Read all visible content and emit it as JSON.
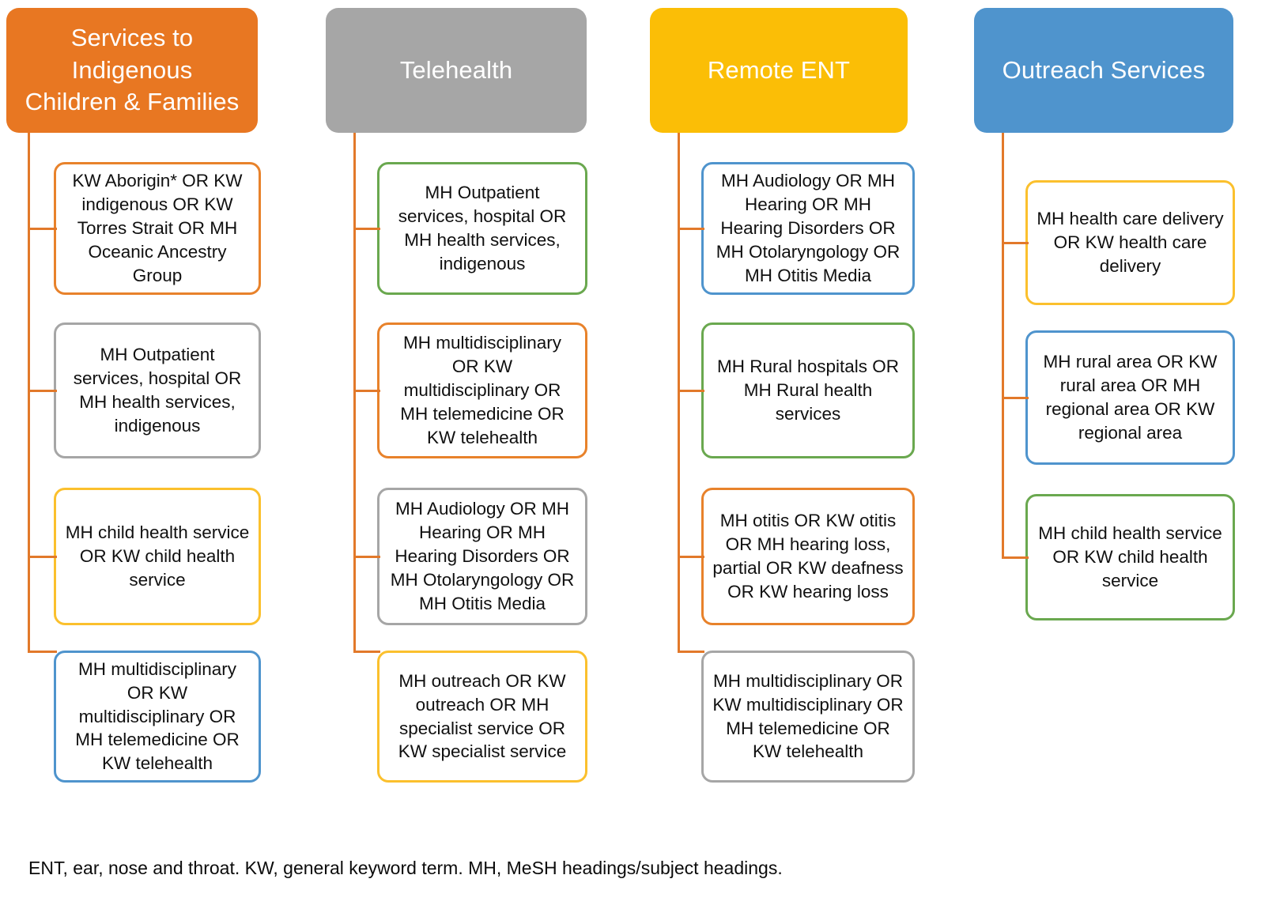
{
  "figure": {
    "footnote": "ENT, ear, nose and throat. KW, general keyword term. MH, MeSH headings/subject headings."
  },
  "palette": {
    "orange": "#E87722",
    "grey": "#A6A6A6",
    "yellow": "#FBBE06",
    "blue": "#4F94CD",
    "connector": "#E2792A",
    "border_orange": "#E8822B",
    "border_grey": "#A6A6A6",
    "border_yellow": "#FBC02D",
    "border_blue": "#4F94CD",
    "border_green": "#6AA84F",
    "box_fill": "#FFFFFF",
    "text_dark": "#101010",
    "text_light": "#FFFFFF"
  },
  "columns": [
    {
      "id": "services-to-indigenous-children-and-families",
      "header": {
        "label": "Services to\nIndigenous\nChildren & Families",
        "fill": "#E87722"
      },
      "items": [
        {
          "id": "kw-aborigin-indigenous-torres-strait",
          "text": "KW Aborigin* OR KW indigenous OR KW Torres Strait OR MH Oceanic Ancestry Group",
          "border": "#E8822B"
        },
        {
          "id": "mh-outpatient-services-hospital",
          "text": "MH Outpatient services, hospital OR MH health services, indigenous",
          "border": "#A6A6A6"
        },
        {
          "id": "mh-child-health-service",
          "text": "MH child health service OR KW child health service",
          "border": "#FBC02D"
        },
        {
          "id": "mh-multidisciplinary-telehealth",
          "text": "MH multidisciplinary OR KW multidisciplinary OR MH telemedicine OR KW telehealth",
          "border": "#4F94CD"
        }
      ]
    },
    {
      "id": "telehealth",
      "header": {
        "label": "Telehealth",
        "fill": "#A6A6A6"
      },
      "items": [
        {
          "id": "mh-outpatient-services-hospital",
          "text": "MH Outpatient services, hospital OR MH health services, indigenous",
          "border": "#6AA84F"
        },
        {
          "id": "mh-multidisciplinary-telehealth",
          "text": "MH multidisciplinary OR KW multidisciplinary OR MH telemedicine OR KW telehealth",
          "border": "#E8822B"
        },
        {
          "id": "mh-audiology-hearing-otolaryngology",
          "text": "MH Audiology OR MH Hearing OR MH Hearing Disorders OR MH Otolaryngology OR MH Otitis Media",
          "border": "#A6A6A6"
        },
        {
          "id": "mh-outreach-specialist-service",
          "text": "MH outreach OR KW outreach OR MH specialist service OR KW specialist service",
          "border": "#FBC02D"
        }
      ]
    },
    {
      "id": "remote-ent",
      "header": {
        "label": "Remote ENT",
        "fill": "#FBBE06"
      },
      "items": [
        {
          "id": "mh-audiology-hearing-otolaryngology",
          "text": "MH Audiology OR MH Hearing OR MH Hearing Disorders OR MH Otolaryngology OR MH Otitis Media",
          "border": "#4F94CD"
        },
        {
          "id": "mh-rural-hospitals-health-services",
          "text": "MH Rural hospitals OR MH Rural health services",
          "border": "#6AA84F"
        },
        {
          "id": "mh-otitis-hearing-loss-deafness",
          "text": "MH otitis OR KW otitis OR MH hearing loss, partial OR KW deafness OR KW hearing loss",
          "border": "#E8822B"
        },
        {
          "id": "mh-multidisciplinary-telehealth",
          "text": "MH multidisciplinary OR KW multidisciplinary OR MH telemedicine OR KW telehealth",
          "border": "#A6A6A6"
        }
      ]
    },
    {
      "id": "outreach-services",
      "header": {
        "label": "Outreach Services",
        "fill": "#4F94CD"
      },
      "items": [
        {
          "id": "mh-health-care-delivery",
          "text": "MH health care delivery OR KW health care delivery",
          "border": "#FBC02D"
        },
        {
          "id": "mh-rural-regional-area",
          "text": "MH rural area OR KW rural area OR MH regional area OR KW regional area",
          "border": "#4F94CD"
        },
        {
          "id": "mh-child-health-service",
          "text": "MH child health service OR KW child health service",
          "border": "#6AA84F"
        }
      ]
    }
  ]
}
